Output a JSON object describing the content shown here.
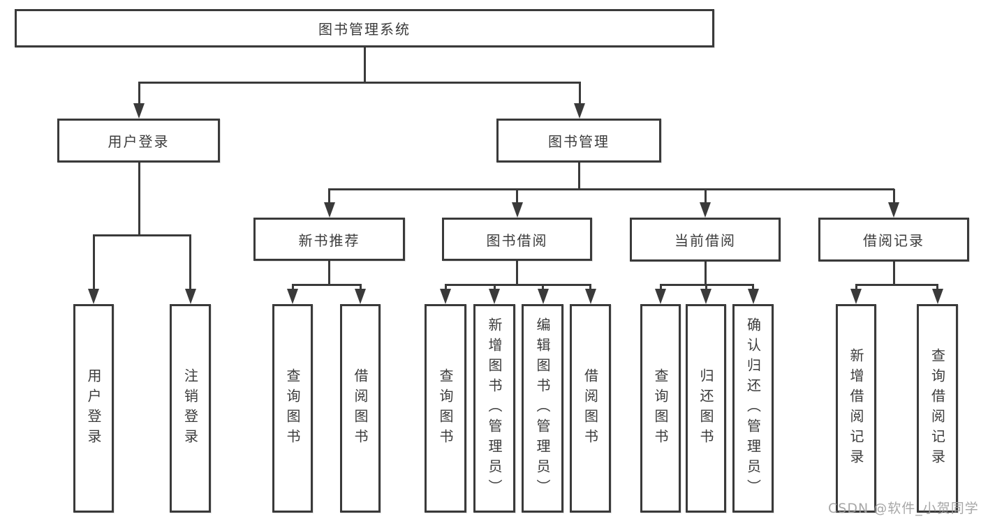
{
  "tree": {
    "label": "图书管理系统",
    "children": [
      {
        "label": "用户登录",
        "children": [
          {
            "label": "用户登录"
          },
          {
            "label": "注销登录"
          }
        ]
      },
      {
        "label": "图书管理",
        "children": [
          {
            "label": "新书推荐",
            "children": [
              {
                "label": "查询图书"
              },
              {
                "label": "借阅图书"
              }
            ]
          },
          {
            "label": "图书借阅",
            "children": [
              {
                "label": "查询图书"
              },
              {
                "label": "新增图书（管理员）"
              },
              {
                "label": "编辑图书（管理员）"
              },
              {
                "label": "借阅图书"
              }
            ]
          },
          {
            "label": "当前借阅",
            "children": [
              {
                "label": "查询图书"
              },
              {
                "label": "归还图书"
              },
              {
                "label": "确认归还（管理员）"
              }
            ]
          },
          {
            "label": "借阅记录",
            "children": [
              {
                "label": "新增借阅记录"
              },
              {
                "label": "查询借阅记录"
              }
            ]
          }
        ]
      }
    ]
  },
  "watermark": "CSDN @软件_小贺同学",
  "colors": {
    "line": "#3a3a3a",
    "text": "#3b3b3b",
    "watermark": "#9e9e9e",
    "background": "#ffffff"
  }
}
